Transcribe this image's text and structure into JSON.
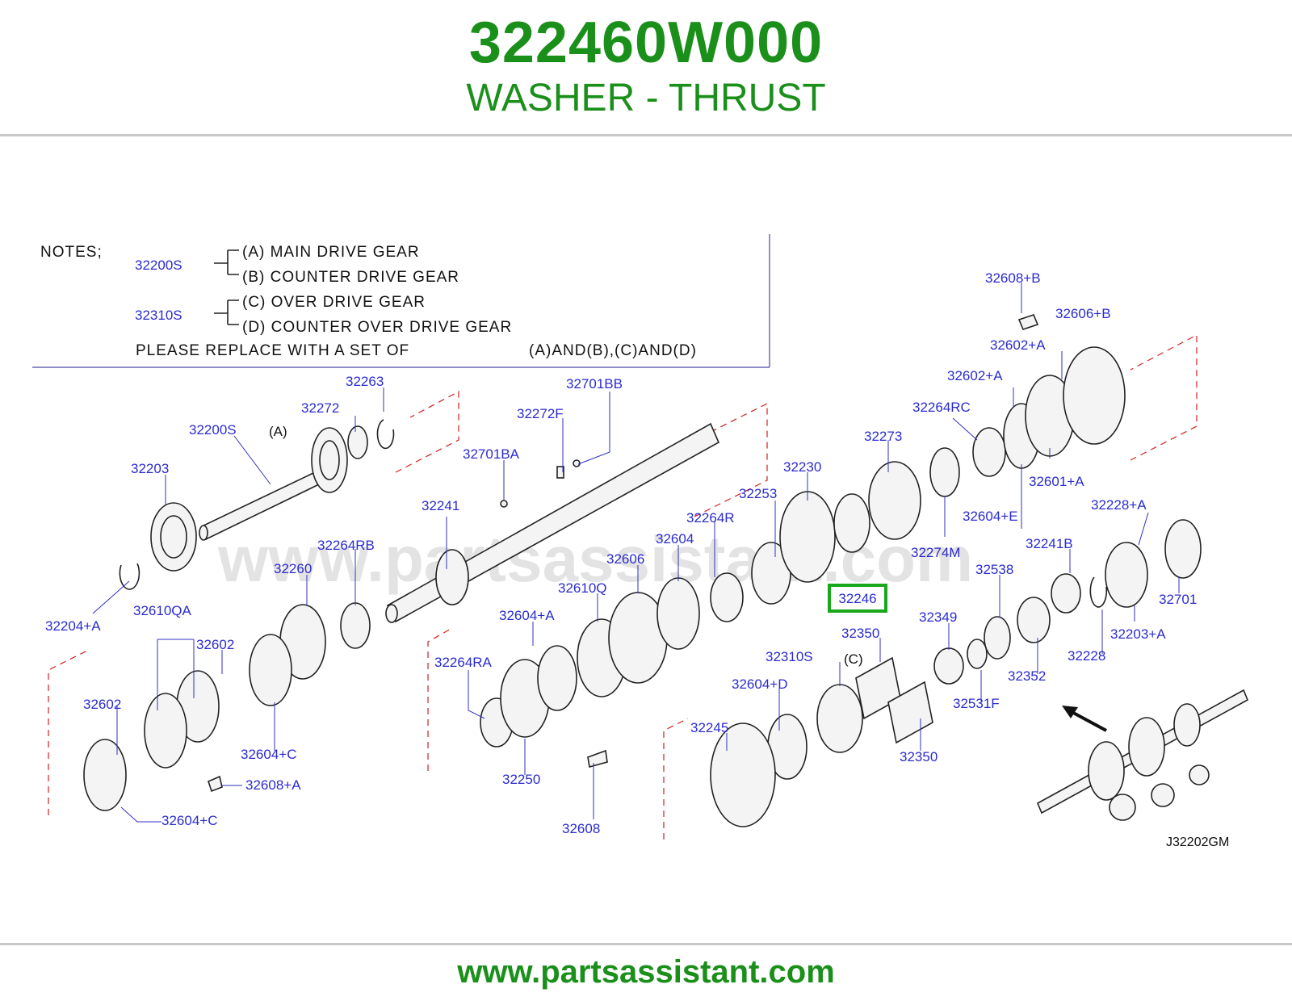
{
  "header": {
    "part_number": "322460W000",
    "part_name": "WASHER - THRUST"
  },
  "footer": {
    "url": "www.partsassistant.com"
  },
  "watermark": "www.partsassistant.com",
  "colors": {
    "brand_green": "#1a8f1a",
    "label_blue": "#2b2bd0",
    "highlight_green": "#1aa81a",
    "dash_red": "#d02020"
  },
  "notes": {
    "heading": "NOTES;",
    "group1_code": "32200S",
    "a": "(A)  MAIN  DRIVE  GEAR",
    "b": "(B)  COUNTER  DRIVE  GEAR",
    "group2_code": "32310S",
    "c": "(C)  OVER  DRIVE  GEAR",
    "d": "(D)  COUNTER  OVER  DRIVE  GEAR",
    "replace": "PLEASE  REPLACE  WITH  A  SET  OF",
    "sets": "(A)AND(B),(C)AND(D)"
  },
  "diagram_code": "J32202GM",
  "letters": {
    "a": "(A)",
    "c": "(C)"
  },
  "highlighted_part": "32246",
  "labels": [
    "32608+B",
    "32606+B",
    "32602+A",
    "32602+A",
    "32264RC",
    "32273",
    "32601+A",
    "32263",
    "32701BB",
    "32272",
    "32272F",
    "32200S",
    "32230",
    "32701BA",
    "32203",
    "32253",
    "32241",
    "32264R",
    "32604+E",
    "32228+A",
    "32604",
    "32274M",
    "32241B",
    "32264RB",
    "32606",
    "32260",
    "32538",
    "32610Q",
    "32701",
    "32610QA",
    "32204+A",
    "32604+A",
    "32349",
    "32203+A",
    "32350",
    "32602",
    "32310S",
    "32228",
    "32264RA",
    "32352",
    "32604+D",
    "32531F",
    "32602",
    "32245",
    "32604+C",
    "32350",
    "32250",
    "32608+A",
    "32604+C",
    "32608"
  ]
}
